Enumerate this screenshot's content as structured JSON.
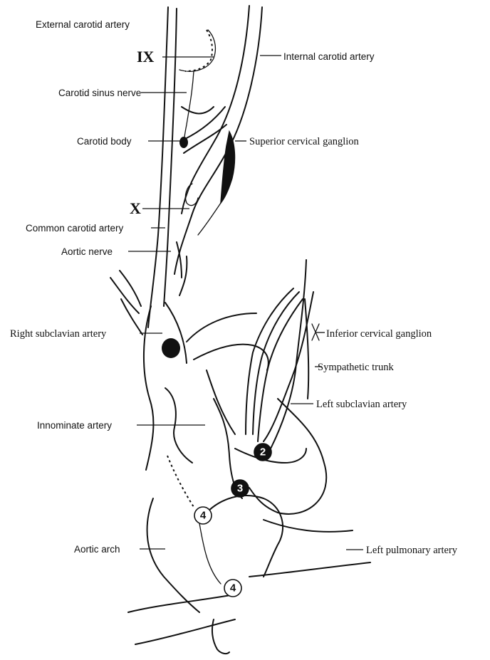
{
  "labels": {
    "external_carotid_artery": "External carotid artery",
    "nerve_ix": "IX",
    "internal_carotid_artery": "Internal carotid artery",
    "carotid_sinus_nerve": "Carotid sinus nerve",
    "carotid_body": "Carotid body",
    "superior_cervical_ganglion": "Superior cervical ganglion",
    "nerve_x": "X",
    "common_carotid_artery": "Common carotid artery",
    "aortic_nerve": "Aortic nerve",
    "right_subclavian_artery": "Right subclavian artery",
    "inferior_cervical_ganglion": "Inferior cervical ganglion",
    "sympathetic_trunk": "Sympathetic trunk",
    "left_subclavian_artery": "Left subclavian artery",
    "innominate_artery": "Innominate artery",
    "aortic_arch": "Aortic arch",
    "left_pulmonary_artery": "Left pulmonary artery"
  },
  "numbered_markers": {
    "marker_4_upper": "4",
    "marker_4_lower": "4",
    "marker_3_dark": "3",
    "marker_2_dark": "2"
  }
}
